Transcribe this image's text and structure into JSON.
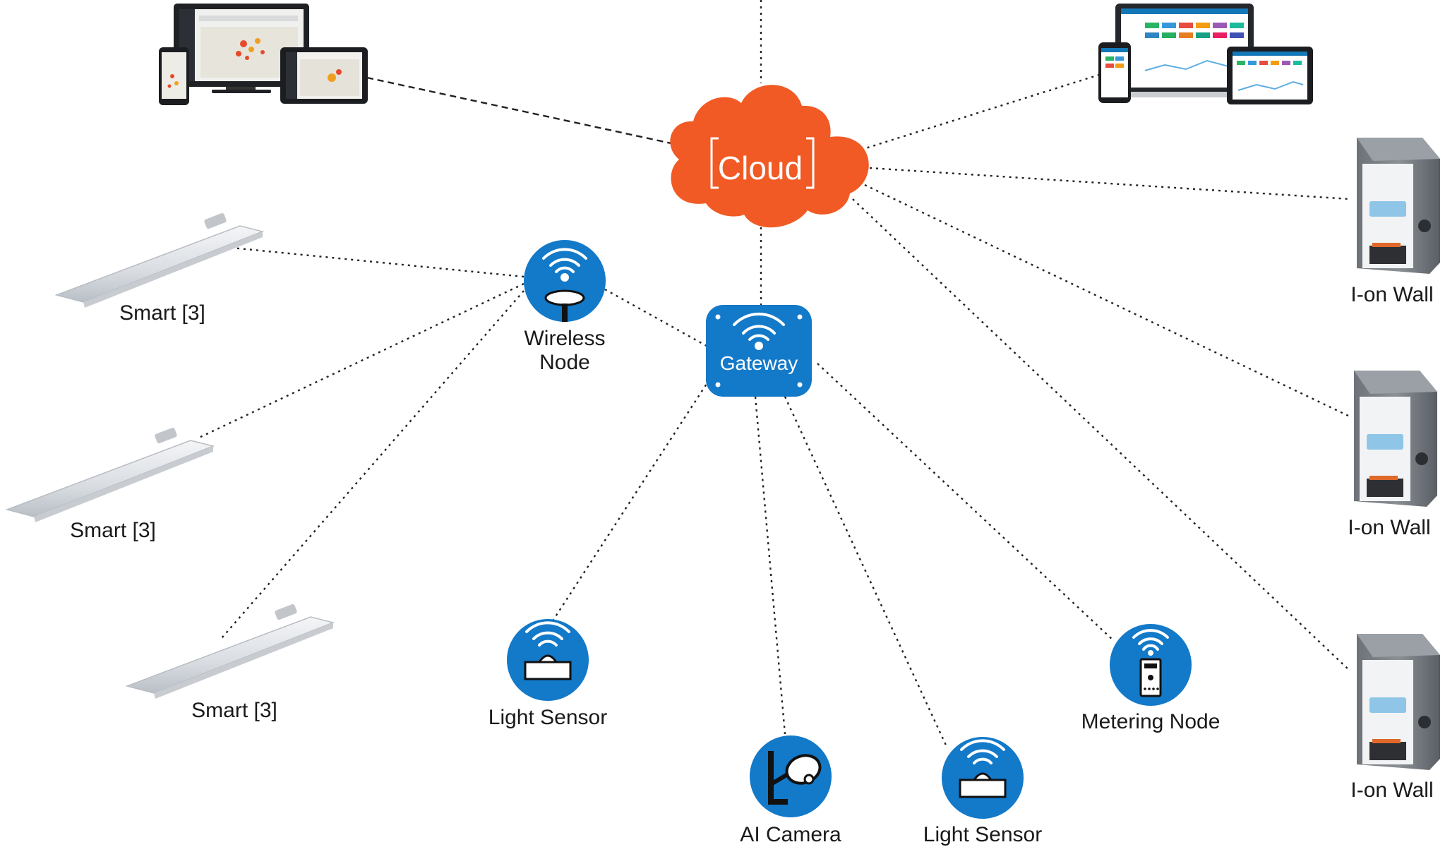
{
  "colors": {
    "cloud": "#F15A24",
    "node_blue": "#1379C9",
    "line": "#222222",
    "label": "#1a1a1a"
  },
  "cloud": {
    "label": "Cloud",
    "icon": "cloud-icon"
  },
  "gateway": {
    "label": "Gateway",
    "icon": "gateway-icon"
  },
  "wireless_node": {
    "line1": "Wireless",
    "line2": "Node",
    "icon": "wireless-node-icon"
  },
  "labels": {
    "smart_1": "Smart [3]",
    "smart_2": "Smart [3]",
    "smart_3": "Smart [3]",
    "light_sensor_1": "Light Sensor",
    "light_sensor_2": "Light Sensor",
    "ai_camera": "AI Camera",
    "metering_node": "Metering Node",
    "ion_wall_1": "I-on Wall",
    "ion_wall_2": "I-on Wall",
    "ion_wall_3": "I-on Wall"
  },
  "icons": {
    "dashboard_left": "multi-device-dashboard-icon",
    "dashboard_right": "multi-device-dashboard-icon",
    "luminaire": "linear-luminaire-icon",
    "charger": "ev-charger-icon",
    "light_sensor": "light-sensor-icon",
    "camera": "ai-camera-icon",
    "meter": "metering-node-icon"
  }
}
